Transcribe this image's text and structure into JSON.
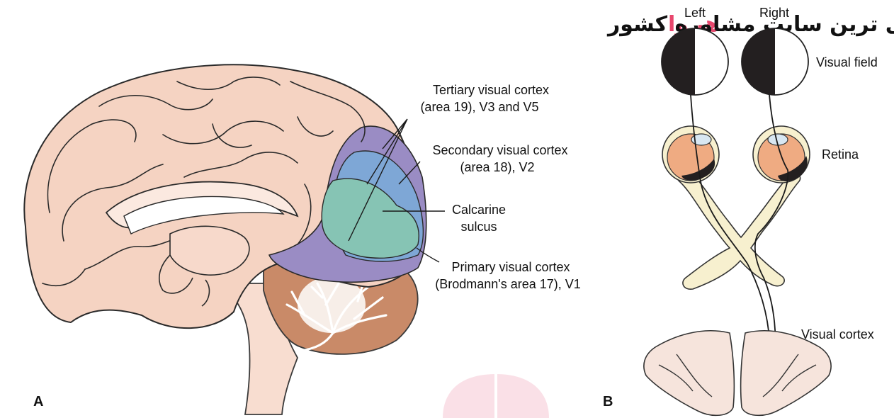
{
  "header": {
    "brand_name": "هیـوا",
    "tagline": "تخصصی ترین سایت مشاوره کشور",
    "brand_color": "#e8476d"
  },
  "panel_a": {
    "label": "A",
    "labels": {
      "tertiary_line1": "Tertiary visual cortex",
      "tertiary_line2": "(area 19), V3 and V5",
      "secondary_line1": "Secondary visual cortex",
      "secondary_line2": "(area 18), V2",
      "calcarine_line1": "Calcarine",
      "calcarine_line2": "sulcus",
      "primary_line1": "Primary visual cortex",
      "primary_line2": "(Brodmann's area 17), V1"
    },
    "colors": {
      "brain": "#f5d3c2",
      "tertiary": "#9a8cc4",
      "secondary": "#7ea7d6",
      "primary": "#86c4b4",
      "cerebellum": "#c98a68",
      "brainstem": "#f8ddd0"
    }
  },
  "panel_b": {
    "label": "B",
    "labels": {
      "left": "Left",
      "right": "Right",
      "visual_field": "Visual field",
      "retina": "Retina",
      "visual_cortex": "Visual cortex"
    },
    "colors": {
      "field_dark": "#231f20",
      "eyeball": "#efab82",
      "optic_path": "#f7f0cf",
      "cortex": "#f6e4dc"
    }
  }
}
